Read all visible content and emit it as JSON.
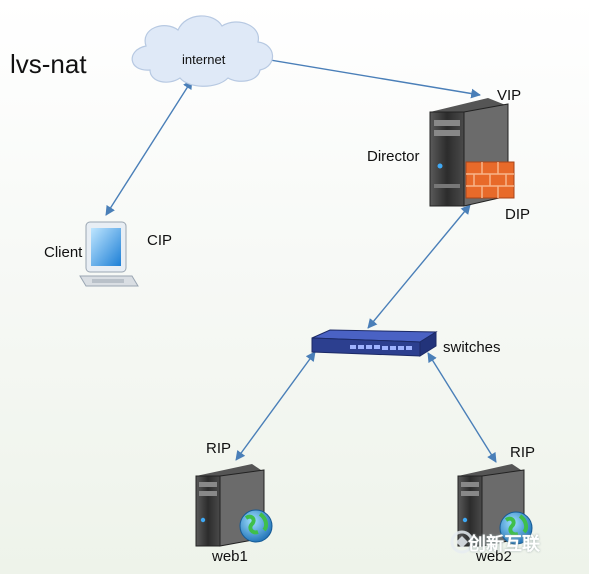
{
  "diagram": {
    "title": "lvs-nat",
    "nodes": {
      "internet": "internet",
      "client": "Client",
      "cip": "CIP",
      "vip": "VIP",
      "director": "Director",
      "dip": "DIP",
      "switches": "switches",
      "rip1": "RIP",
      "rip2": "RIP",
      "web1": "web1",
      "web2": "web2"
    },
    "watermark": "创新互联",
    "colors": {
      "arrow": "#4a7fb8",
      "cloud": "#dfe9f7",
      "server": "#3c3c3c",
      "firewall": "#e86a2a",
      "switch": "#2c3f8f"
    }
  }
}
